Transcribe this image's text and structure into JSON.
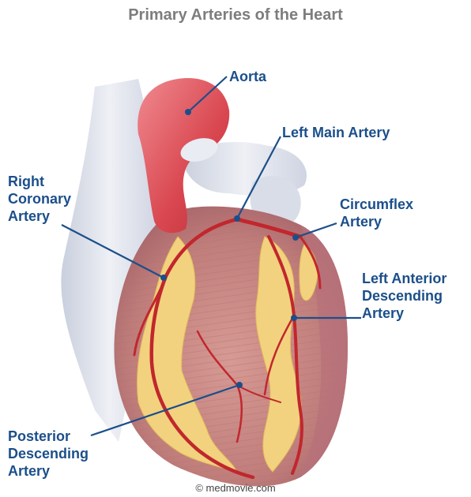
{
  "title": "Primary Arteries of the Heart",
  "labels": {
    "aorta": [
      "Aorta"
    ],
    "left_main": [
      "Left Main Artery"
    ],
    "right_coronary": [
      "Right",
      "Coronary",
      "Artery"
    ],
    "circumflex": [
      "Circumflex",
      "Artery"
    ],
    "lad": [
      "Left Anterior",
      "Descending",
      "Artery"
    ],
    "posterior_descending": [
      "Posterior",
      "Descending",
      "Artery"
    ]
  },
  "credit": "© medmovie.com",
  "colors": {
    "title": "#7d7d7d",
    "label": "#1b4f8a",
    "leader": "#1b4f8a",
    "aorta": "#d94a55",
    "vessel_pale": "#dfe2ec",
    "myocardium": "#c98a86",
    "fat": "#f2d27e",
    "artery": "#c1272d"
  }
}
